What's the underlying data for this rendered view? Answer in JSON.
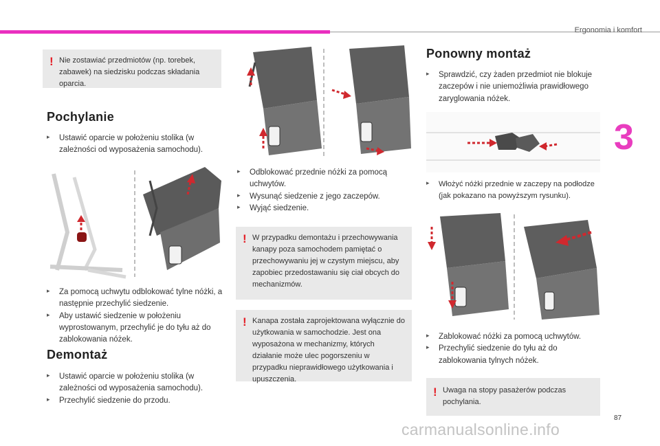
{
  "header": {
    "title": "Ergonomia i komfort",
    "chapter": "3",
    "page_number": "87"
  },
  "watermark": "carmanualsonline.info",
  "colors": {
    "accent": "#ea2fc0",
    "warning": "#e41e26",
    "note_bg": "#e9e9e9"
  },
  "col1": {
    "warning": "Nie zostawiać przedmiotów (np. torebek, zabawek) na siedzisku podczas składania oparcia.",
    "h_tilt": "Pochylanie",
    "tilt_b1": "Ustawić oparcie w położeniu stolika (w zależności od wyposażenia samochodu).",
    "tilt_b2": "Za pomocą uchwytu odblokować tylne nóżki, a następnie przechylić siedzenie.",
    "tilt_b3": "Aby ustawić siedzenie w położeniu wyprostowanym, przechylić je do tyłu aż do zablokowania nóżek.",
    "h_remove": "Demontaż",
    "rem_b1": "Ustawić oparcie w położeniu stolika (w zależności od wyposażenia samochodu).",
    "rem_b2": "Przechylić siedzenie do przodu."
  },
  "col2": {
    "b1": "Odblokować przednie nóżki za pomocą uchwytów.",
    "b2": "Wysunąć siedzenie z jego zaczepów.",
    "b3": "Wyjąć siedzenie.",
    "warn1": "W przypadku demontażu i przechowywania kanapy poza samochodem pamiętać o przechowywaniu jej w czystym miejscu, aby zapobiec przedostawaniu się ciał obcych do mechanizmów.",
    "warn2": "Kanapa została zaprojektowana wyłącznie do użytkowania w samochodzie. Jest ona wyposażona w mechanizmy, których działanie może ulec pogorszeniu w przypadku nieprawidłowego użytkowania i upuszczenia."
  },
  "col3": {
    "h_refit": "Ponowny montaż",
    "b1": "Sprawdzić, czy żaden przedmiot nie blokuje zaczepów i nie uniemożliwia prawidłowego zaryglowania nóżek.",
    "b2": "Włożyć nóżki przednie w zaczepy na podłodze (jak pokazano na powyższym rysunku).",
    "b3": "Zablokować nóżki za pomocą uchwytów.",
    "b4": "Przechylić siedzenie do tyłu aż do zablokowania tylnych nóżek.",
    "warn": "Uwaga na stopy pasażerów podczas pochylania."
  },
  "bullet_symbol": ""
}
